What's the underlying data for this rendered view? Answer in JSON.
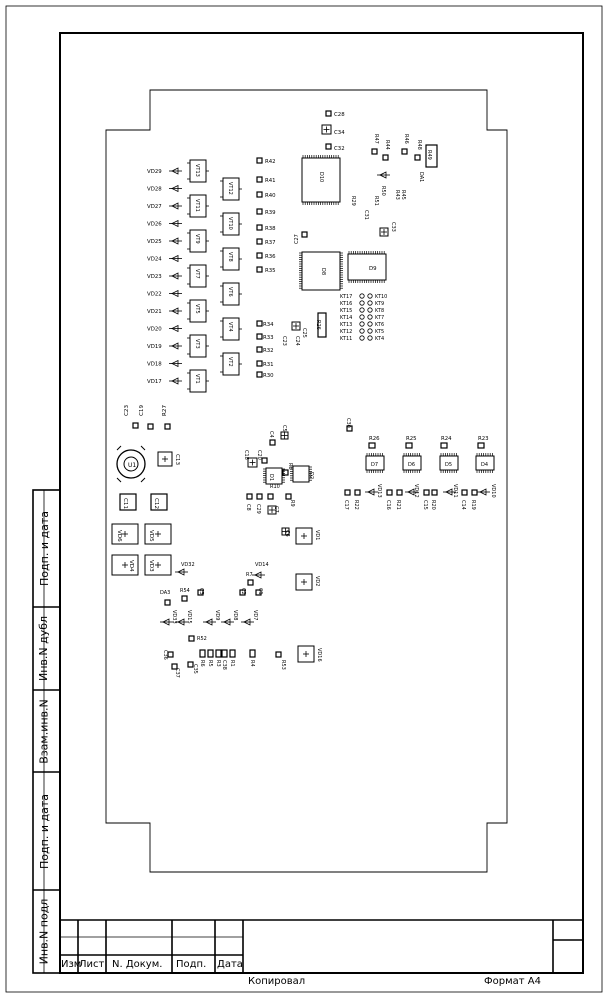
{
  "side_stamp": {
    "inv_podl": "Инв.N подл",
    "podp_data_1": "Подп. и дата",
    "vzam_inv": "Взам.инв.N",
    "inv_dubl": "Инв.N дубл",
    "podp_data_2": "Подп. и дата"
  },
  "title_block": {
    "izm": "Изм",
    "list": "Лист",
    "n_dokum": "N. Докум.",
    "podp": "Подп.",
    "data": "Дата",
    "kopiroval": "Копировал",
    "format": "Формат А4"
  },
  "components": {
    "u1": "U1",
    "c13": "C13",
    "c11": "C11",
    "c12": "C12",
    "vd6": "VD6",
    "vd5": "VD5",
    "vd4": "VD4",
    "vd3": "VD3",
    "vd32": "VD32",
    "c23": "C23",
    "c19": "C19",
    "r27": "R27",
    "c28": "C28",
    "c34": "C34",
    "c32": "C32",
    "d10": "D10",
    "r42": "R42",
    "r41": "R41",
    "r40": "R40",
    "r39": "R39",
    "r38": "R38",
    "r37": "R37",
    "r36": "R36",
    "r35": "R35",
    "c27": "C27",
    "r34": "R34",
    "r33": "R33",
    "r32": "R32",
    "r31": "R31",
    "r30": "R30",
    "d8": "D8",
    "d9": "D9",
    "r26": "R26",
    "c24": "C24",
    "c25": "C25",
    "r47": "R47",
    "r44": "R44",
    "r46": "R46",
    "r48": "R48",
    "r49": "R49",
    "da1": "DA1",
    "r45": "R45",
    "r43": "R43",
    "r50": "R50",
    "r51": "R51",
    "r29": "R29",
    "c31": "C31",
    "c33": "C33",
    "vd29": "VD29",
    "vd28": "VD28",
    "vd27": "VD27",
    "vd26": "VD26",
    "vd25": "VD25",
    "vd24": "VD24",
    "vd23": "VD23",
    "vd22": "VD22",
    "vd21": "VD21",
    "vd20": "VD20",
    "vd19": "VD19",
    "vd18": "VD18",
    "vd17": "VD17",
    "vt13": "VT13",
    "vt11": "VT11",
    "vt9": "VT9",
    "vt7": "VT7",
    "vt5": "VT5",
    "vt3": "VT3",
    "vt1": "VT1",
    "vt12": "VT12",
    "vt10": "VT10",
    "vt8": "VT8",
    "vt6": "VT6",
    "vt4": "VT4",
    "vt2": "VT2",
    "kt17": "KT17",
    "kt16": "KT16",
    "kt15": "KT15",
    "kt14": "KT14",
    "kt13": "KT13",
    "kt12": "KT12",
    "kt11": "KT11",
    "kt10": "KT10",
    "kt9": "KT9",
    "kt8": "KT8",
    "kt7": "KT7",
    "kt6": "KT6",
    "kt5": "KT5",
    "kt4": "KT4",
    "c5": "C5",
    "c4": "C4",
    "c18": "C18",
    "c20": "C20",
    "r8": "R8",
    "d1": "D1",
    "d2": "D2",
    "r10": "R10",
    "c7": "C7",
    "r9": "R9",
    "c8": "C8",
    "c29": "C29",
    "c6": "C6",
    "c30": "C30",
    "r26b": "R26",
    "r25": "R25",
    "r24": "R24",
    "r23": "R23",
    "d7": "D7",
    "d6": "D6",
    "d5": "D5",
    "d4": "D4",
    "c17": "C17",
    "r22": "R22",
    "vd13": "VD13",
    "c16": "C16",
    "r21": "R21",
    "vd12": "VD12",
    "r20": "R20",
    "c15": "C15",
    "vd11": "VD11",
    "c14": "C14",
    "r19": "R19",
    "vd10": "VD10",
    "vd1": "VD1",
    "vd2": "VD2",
    "vd16": "VD16",
    "vd14": "VD14",
    "r54": "R54",
    "c3": "C3",
    "r7": "R7",
    "c2": "C2",
    "c1": "C1",
    "da3": "DA3",
    "vd33": "VD33",
    "vd15": "VD15",
    "vd9": "VD9",
    "vd8": "VD8",
    "vd7": "VD7",
    "r52": "R52",
    "c36": "C36",
    "c37": "C37",
    "c35": "C35",
    "r6": "R6",
    "r5": "R5",
    "r3": "R3",
    "c38": "C38",
    "r1": "R1",
    "r4": "R4",
    "r53": "R53"
  }
}
